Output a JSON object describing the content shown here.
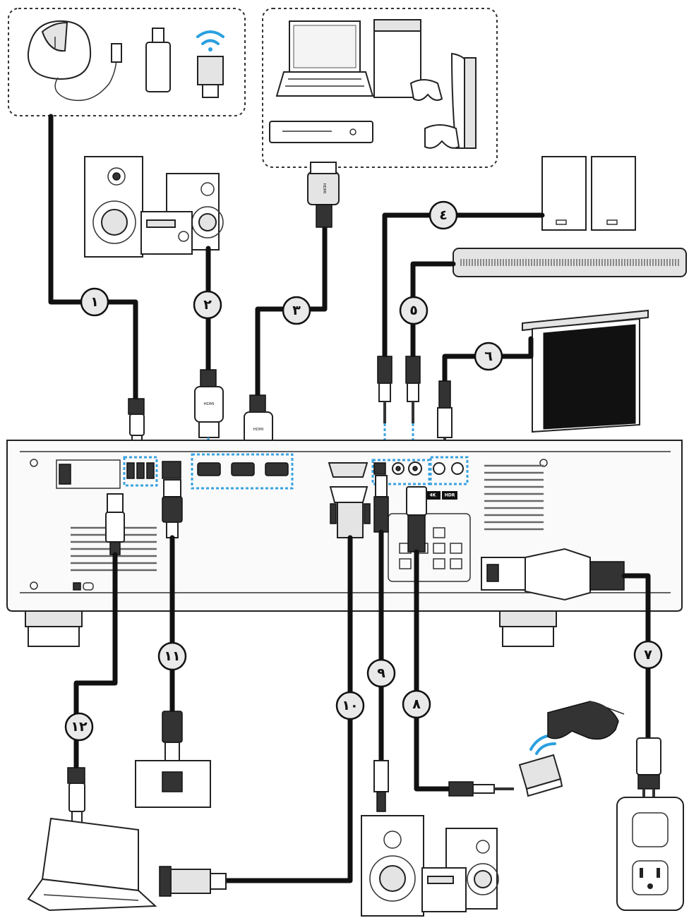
{
  "badges": [
    {
      "id": "1",
      "label": "١"
    },
    {
      "id": "2",
      "label": "٢"
    },
    {
      "id": "3",
      "label": "٣"
    },
    {
      "id": "4",
      "label": "٤"
    },
    {
      "id": "5",
      "label": "٥"
    },
    {
      "id": "6",
      "label": "٦"
    },
    {
      "id": "7",
      "label": "٧"
    },
    {
      "id": "8",
      "label": "٨"
    },
    {
      "id": "9",
      "label": "٩"
    },
    {
      "id": "10",
      "label": "١٠"
    },
    {
      "id": "11",
      "label": "١١"
    },
    {
      "id": "12",
      "label": "١٢"
    }
  ],
  "connector_marks": {
    "hdmi": "HDMI"
  },
  "projector_badges": {
    "k4": "4K",
    "hdr": "HDR"
  },
  "colors": {
    "cable": "#111111",
    "link": "#3aa3e0",
    "wifi": "#2aa0e0"
  },
  "icons": [
    "usb-mouse-icon",
    "usb-stick-icon",
    "wifi-dongle-icon",
    "laptop-icon",
    "game-console-icon",
    "controller-icon",
    "bluray-player-icon",
    "speaker-icon",
    "soundbar-icon",
    "projection-screen-icon",
    "power-outlet-icon",
    "3d-glasses-icon",
    "3d-emitter-icon",
    "ethernet-jack-icon"
  ]
}
